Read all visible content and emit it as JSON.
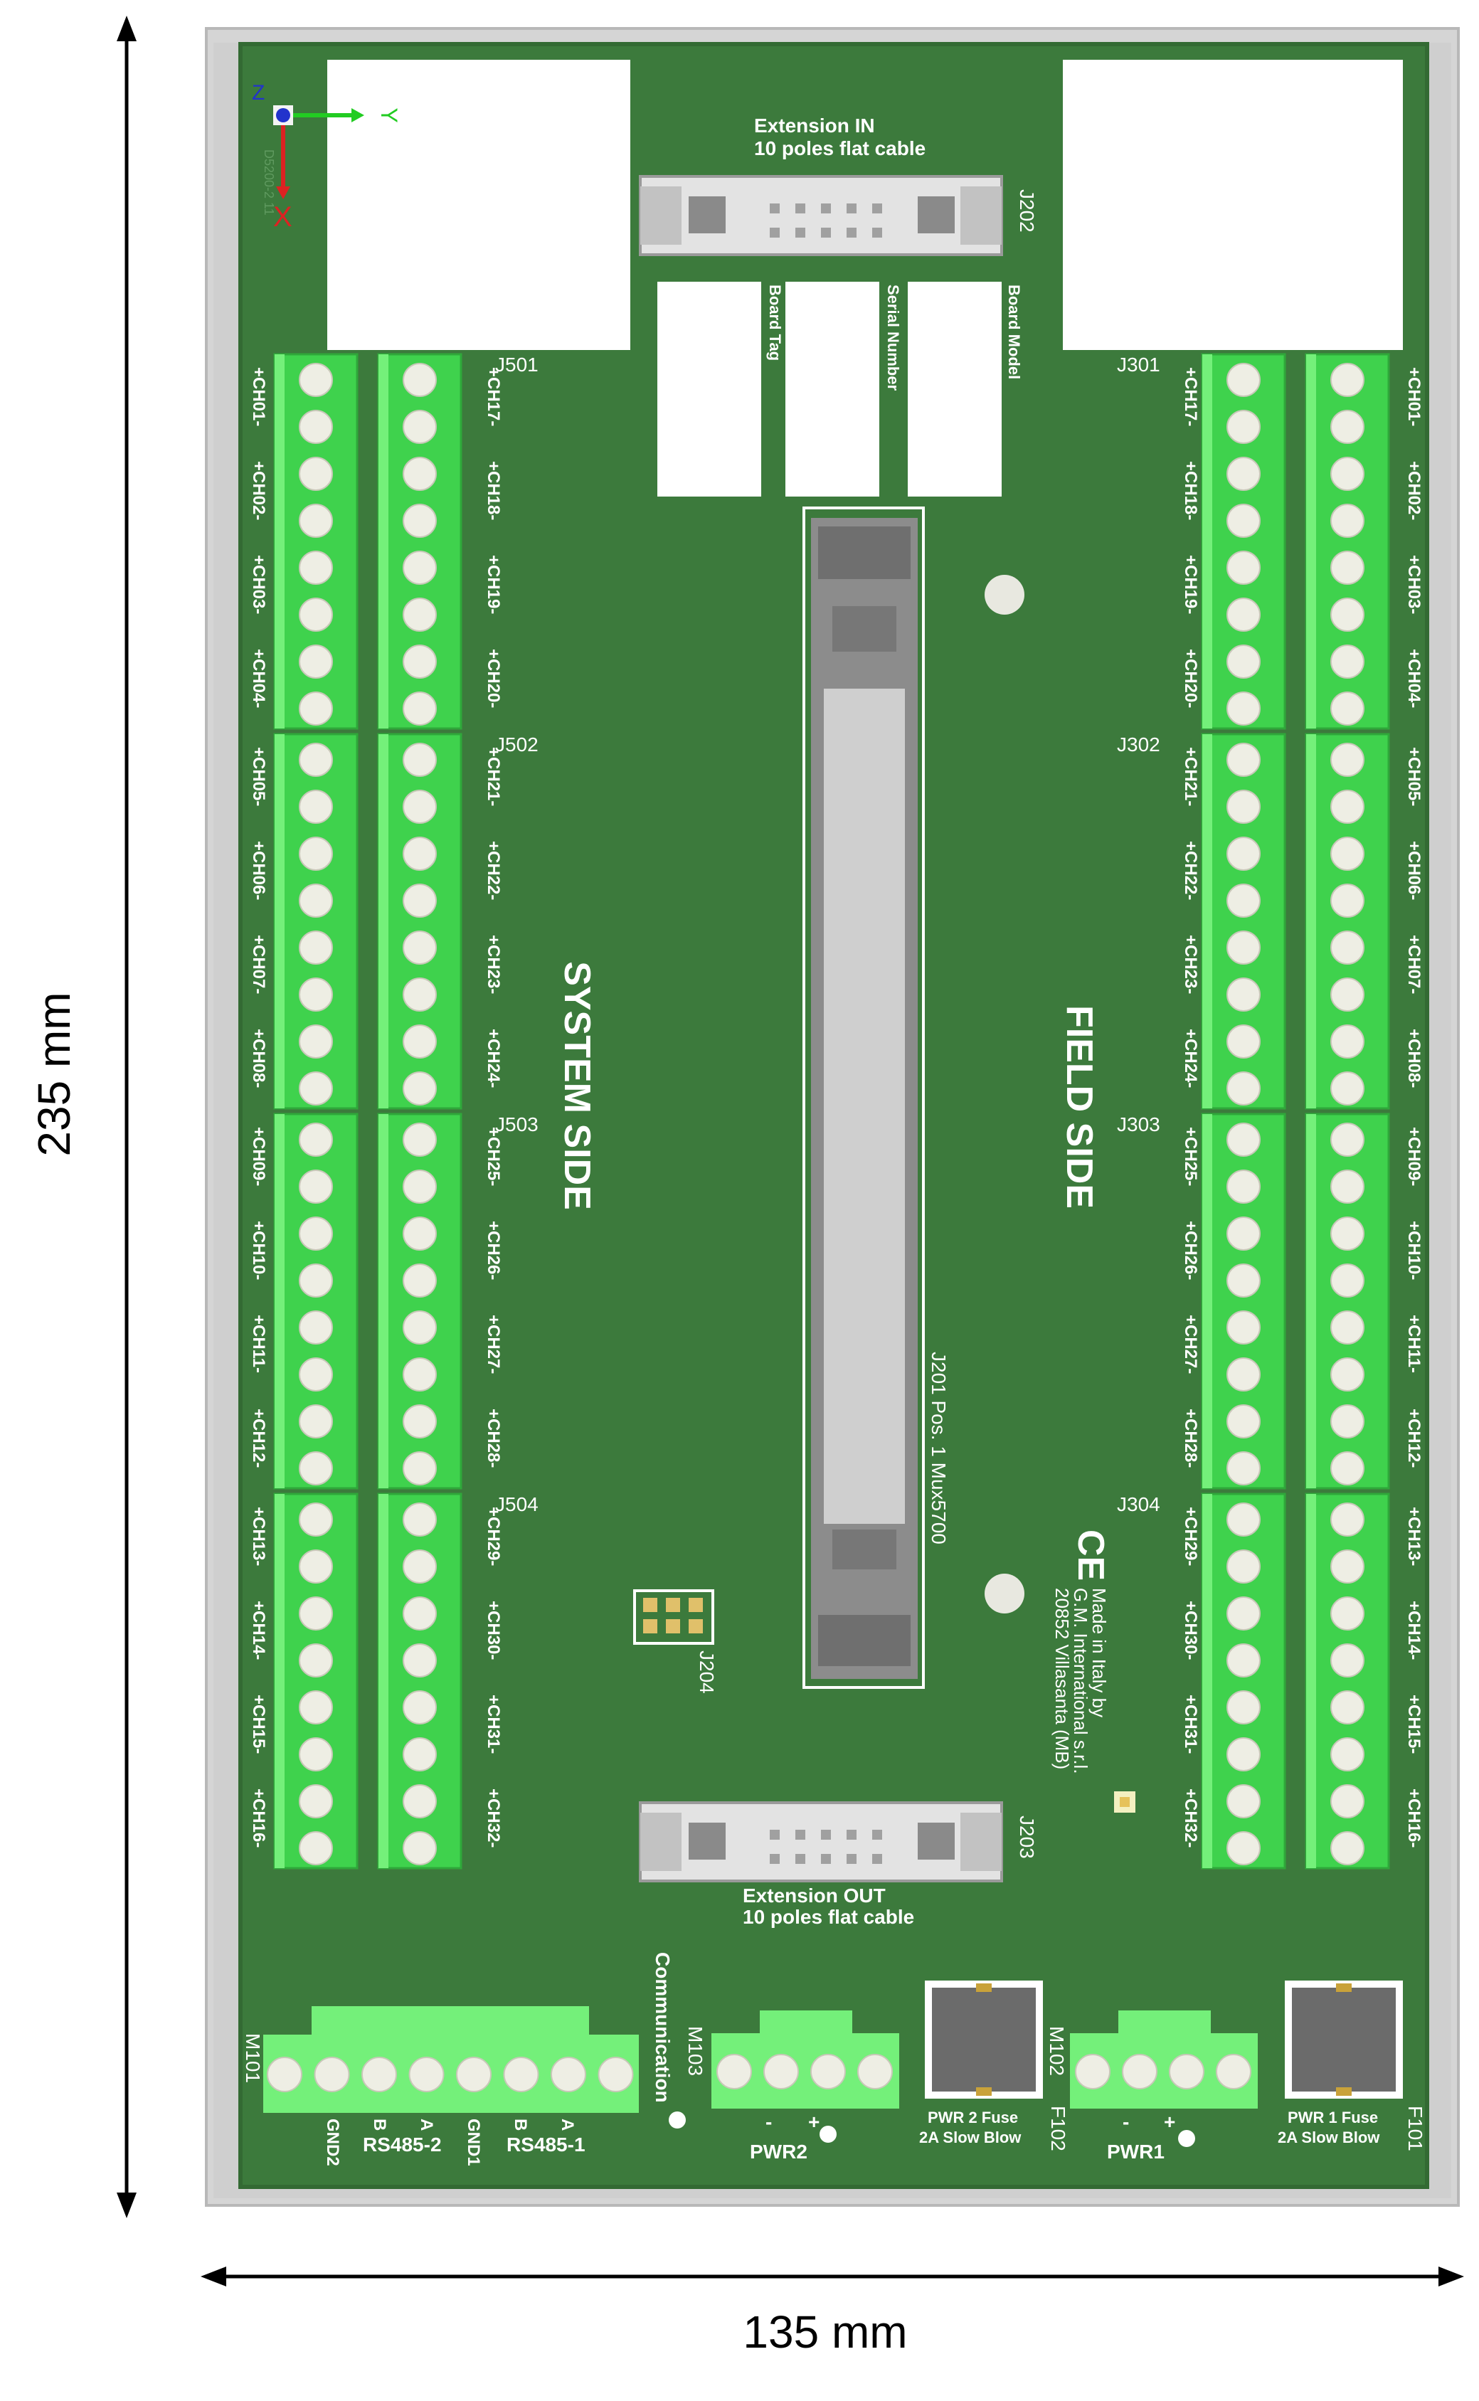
{
  "dimensions": {
    "height": "235 mm",
    "width": "135 mm"
  },
  "axes": {
    "z": "Z",
    "y": "Y",
    "x": "X"
  },
  "board": {
    "side_left": "SYSTEM SIDE",
    "side_right": "FIELD SIDE",
    "tiny_label": "D5200-2 11"
  },
  "j202": {
    "ref": "J202",
    "title": "Extension IN",
    "subtitle": "10 poles flat cable"
  },
  "j203": {
    "ref": "J203",
    "title": "Extension OUT",
    "subtitle": "10 poles flat cable"
  },
  "j201": {
    "ref": "J201 Pos. 1 Mux5700"
  },
  "j204": {
    "ref": "J204"
  },
  "labels_boxes": {
    "tag": "Board Tag",
    "serial": "Serial Number",
    "model": "Board Model"
  },
  "blocks_left": [
    {
      "ref": "J501",
      "left": [
        "+CH01-",
        "+CH02-",
        "+CH03-",
        "+CH04-"
      ],
      "right": [
        "+CH17-",
        "+CH18-",
        "+CH19-",
        "+CH20-"
      ]
    },
    {
      "ref": "J502",
      "left": [
        "+CH05-",
        "+CH06-",
        "+CH07-",
        "+CH08-"
      ],
      "right": [
        "+CH21-",
        "+CH22-",
        "+CH23-",
        "+CH24-"
      ]
    },
    {
      "ref": "J503",
      "left": [
        "+CH09-",
        "+CH10-",
        "+CH11-",
        "+CH12-"
      ],
      "right": [
        "+CH25-",
        "+CH26-",
        "+CH27-",
        "+CH28-"
      ]
    },
    {
      "ref": "J504",
      "left": [
        "+CH13-",
        "+CH14-",
        "+CH15-",
        "+CH16-"
      ],
      "right": [
        "+CH29-",
        "+CH30-",
        "+CH31-",
        "+CH32-"
      ]
    }
  ],
  "blocks_right": [
    {
      "ref": "J301",
      "left": [
        "+CH17-",
        "+CH18-",
        "+CH19-",
        "+CH20-"
      ],
      "right": [
        "+CH01-",
        "+CH02-",
        "+CH03-",
        "+CH04-"
      ]
    },
    {
      "ref": "J302",
      "left": [
        "+CH21-",
        "+CH22-",
        "+CH23-",
        "+CH24-"
      ],
      "right": [
        "+CH05-",
        "+CH06-",
        "+CH07-",
        "+CH08-"
      ]
    },
    {
      "ref": "J303",
      "left": [
        "+CH25-",
        "+CH26-",
        "+CH27-",
        "+CH28-"
      ],
      "right": [
        "+CH09-",
        "+CH10-",
        "+CH11-",
        "+CH12-"
      ]
    },
    {
      "ref": "J304",
      "left": [
        "+CH29-",
        "+CH30-",
        "+CH31-",
        "+CH32-"
      ],
      "right": [
        "+CH13-",
        "+CH14-",
        "+CH15-",
        "+CH16-"
      ]
    }
  ],
  "maker": {
    "ce": "CE",
    "line1": "Made in Italy by",
    "line2": "G.M. International s.r.l.",
    "line3": "20852 Villasanta (MB)"
  },
  "m101": {
    "ref": "M101",
    "pins": [
      "GND2",
      "B",
      "A",
      "GND1",
      "B",
      "A"
    ],
    "group1": "RS485-2",
    "group2": "RS485-1"
  },
  "communication": "Communication",
  "m103": {
    "ref": "M103",
    "minus": "-",
    "plus": "+",
    "label": "PWR2"
  },
  "m102": {
    "ref": "M102",
    "minus": "-",
    "plus": "+",
    "label": "PWR1"
  },
  "f102": {
    "ref": "F102",
    "line1": "PWR 2 Fuse",
    "line2": "2A Slow Blow"
  },
  "f101": {
    "ref": "F101",
    "line1": "PWR 1 Fuse",
    "line2": "2A Slow Blow"
  },
  "colors": {
    "pcb": "#3c7a3c",
    "terminal": "#3fd24d",
    "terminal_light": "#74f07a",
    "screw": "#eeeee4",
    "enclosure": "#d5d5d5"
  }
}
